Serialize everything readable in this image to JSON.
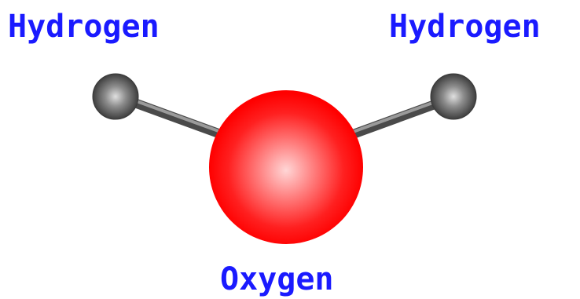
{
  "labels": {
    "hydrogen_left": "Hydrogen",
    "hydrogen_right": "Hydrogen",
    "oxygen": "Oxygen"
  },
  "colors": {
    "label": "#1a1aff",
    "oxygen_center": "#ffd0d0",
    "oxygen_edge": "#ff0000",
    "hydrogen_center": "#d8d8d8",
    "hydrogen_edge": "#404040",
    "bond_light": "#9a9a9a",
    "bond_dark": "#3a3a3a"
  }
}
